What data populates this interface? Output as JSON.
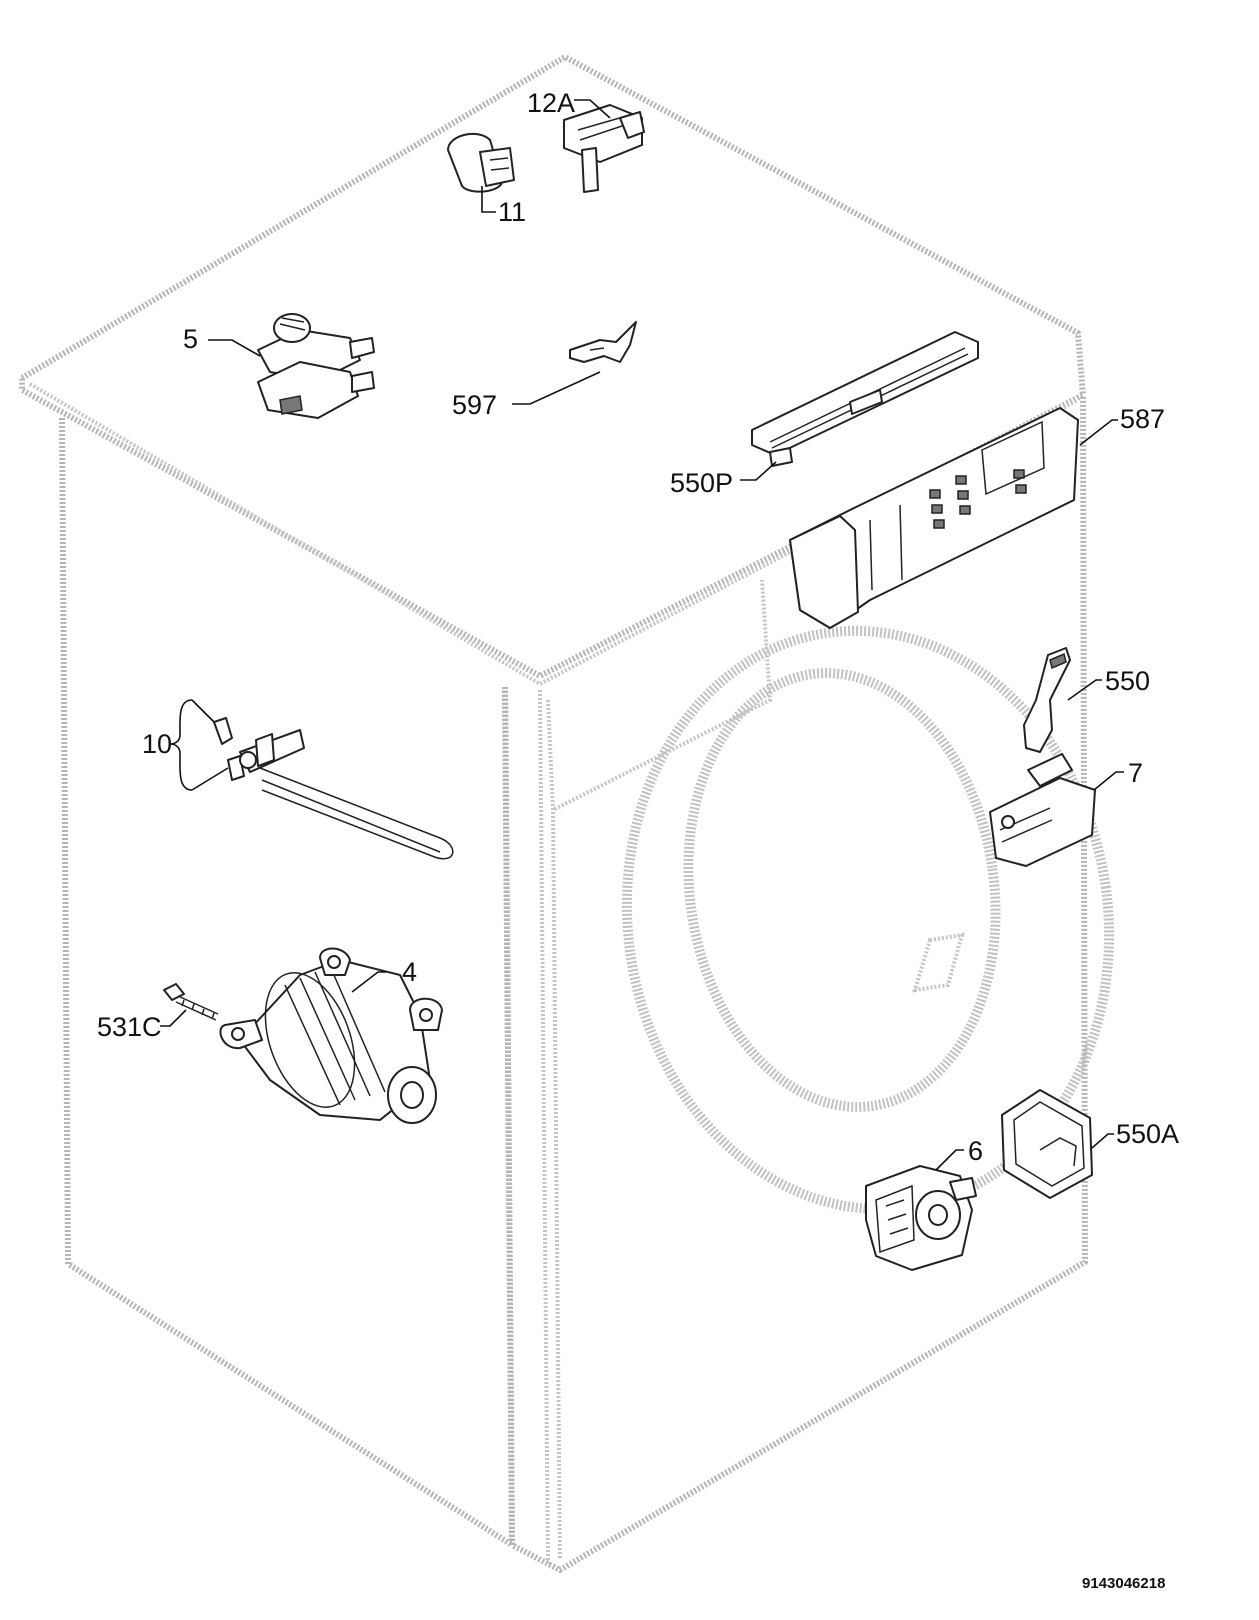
{
  "diagram": {
    "part_labels": {
      "p12a": "12A",
      "p11": "11",
      "p5": "5",
      "p597": "597",
      "p587": "587",
      "p550p": "550P",
      "p550": "550",
      "p7": "7",
      "p10": "10",
      "p4": "4",
      "p531c": "531C",
      "p550a": "550A",
      "p6": "6"
    },
    "document_number": "9143046218"
  }
}
